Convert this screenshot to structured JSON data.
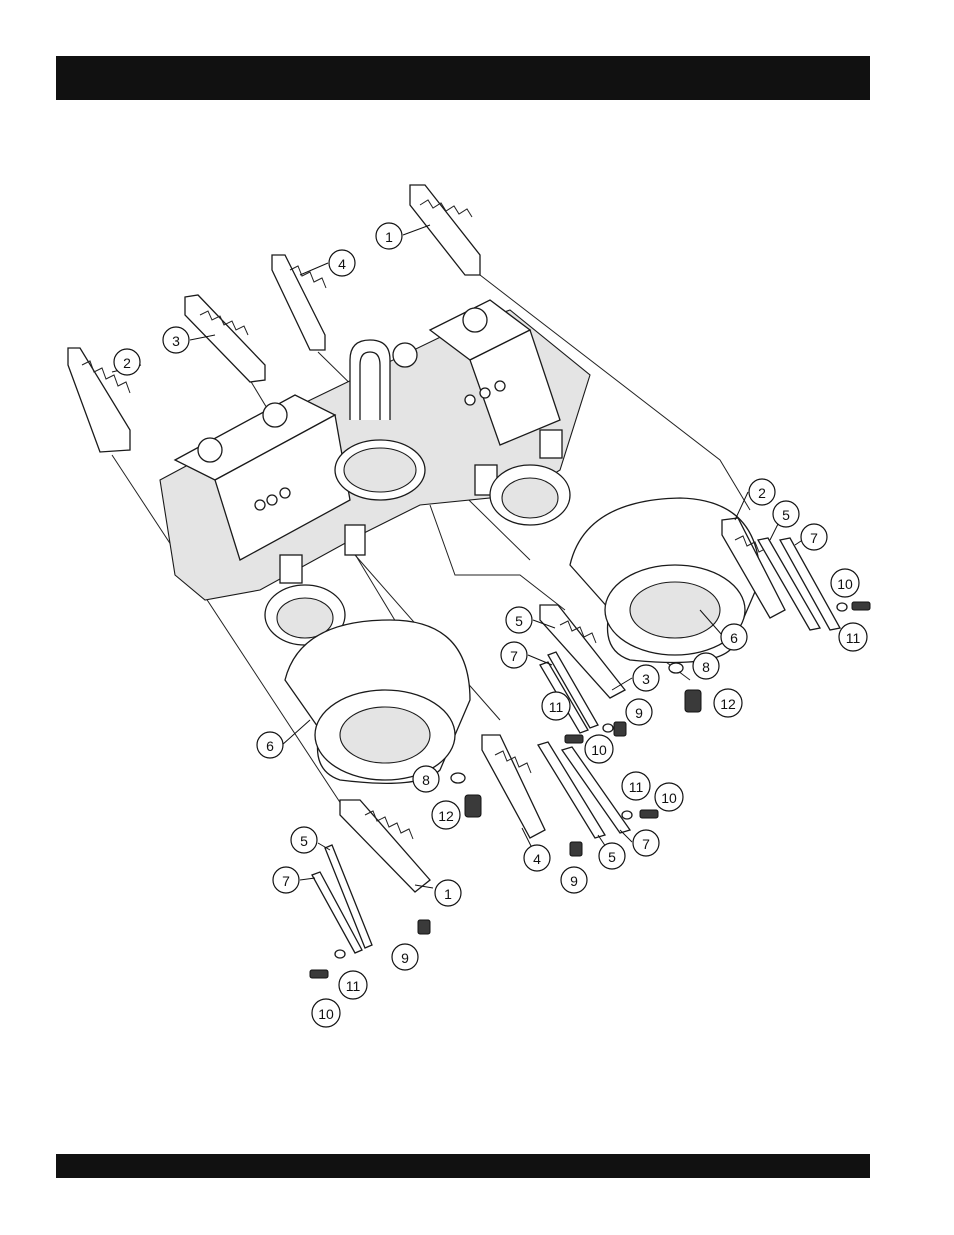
{
  "callouts": [
    {
      "id": "c1a",
      "label": "1"
    },
    {
      "id": "c1b",
      "label": "1"
    },
    {
      "id": "c2a",
      "label": "2"
    },
    {
      "id": "c2b",
      "label": "2"
    },
    {
      "id": "c3a",
      "label": "3"
    },
    {
      "id": "c3b",
      "label": "3"
    },
    {
      "id": "c4a",
      "label": "4"
    },
    {
      "id": "c4b",
      "label": "4"
    },
    {
      "id": "c5a",
      "label": "5"
    },
    {
      "id": "c5b",
      "label": "5"
    },
    {
      "id": "c5c",
      "label": "5"
    },
    {
      "id": "c5d",
      "label": "5"
    },
    {
      "id": "c6a",
      "label": "6"
    },
    {
      "id": "c6b",
      "label": "6"
    },
    {
      "id": "c7a",
      "label": "7"
    },
    {
      "id": "c7b",
      "label": "7"
    },
    {
      "id": "c7c",
      "label": "7"
    },
    {
      "id": "c7d",
      "label": "7"
    },
    {
      "id": "c8a",
      "label": "8"
    },
    {
      "id": "c8b",
      "label": "8"
    },
    {
      "id": "c9a",
      "label": "9"
    },
    {
      "id": "c9b",
      "label": "9"
    },
    {
      "id": "c9c",
      "label": "9"
    },
    {
      "id": "c10a",
      "label": "10"
    },
    {
      "id": "c10b",
      "label": "10"
    },
    {
      "id": "c10c",
      "label": "10"
    },
    {
      "id": "c10d",
      "label": "10"
    },
    {
      "id": "c11a",
      "label": "11"
    },
    {
      "id": "c11b",
      "label": "11"
    },
    {
      "id": "c11c",
      "label": "11"
    },
    {
      "id": "c11d",
      "label": "11"
    },
    {
      "id": "c12a",
      "label": "12"
    },
    {
      "id": "c12b",
      "label": "12"
    }
  ]
}
